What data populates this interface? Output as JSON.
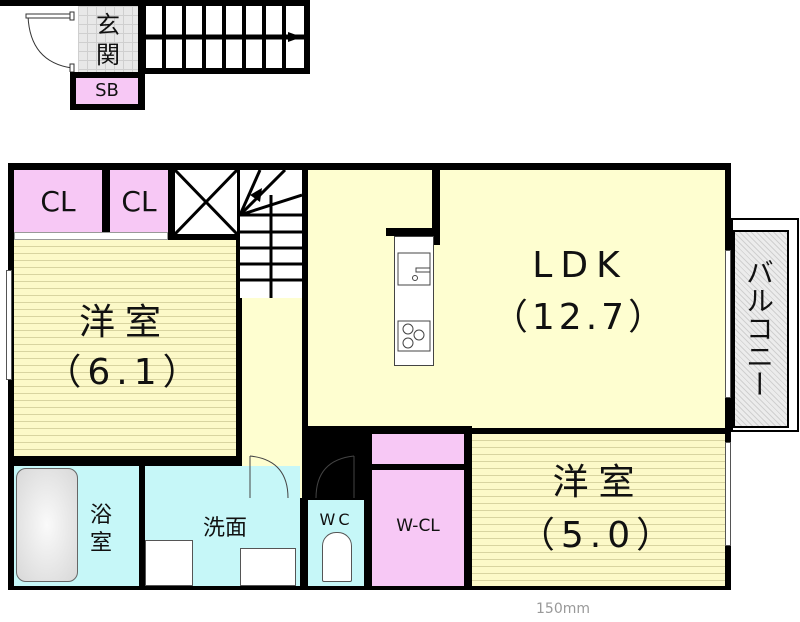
{
  "entrance": {
    "genkan_label": "玄関",
    "shoe_box_label": "SB"
  },
  "rooms": {
    "closet1": {
      "label": "CL"
    },
    "closet2": {
      "label": "CL"
    },
    "western_room_1": {
      "label": "洋室",
      "size": "（6.1）"
    },
    "ldk": {
      "label": "LDK",
      "size": "（12.7）"
    },
    "balcony": {
      "label": "バルコニー"
    },
    "western_room_2": {
      "label": "洋室",
      "size": "（5.0）"
    },
    "walk_in_closet": {
      "label": "W-CL"
    },
    "bathroom": {
      "label": "浴室"
    },
    "washroom": {
      "label": "洗面"
    },
    "toilet": {
      "label": "WC"
    }
  },
  "annotations": {
    "dimension": "150mm"
  },
  "colors": {
    "wood_floor": "#fcf9c8",
    "ldk_floor": "#fefed0",
    "closet": "#f7c8f5",
    "wet_area": "#c6f7f8",
    "wall": "#000000"
  }
}
